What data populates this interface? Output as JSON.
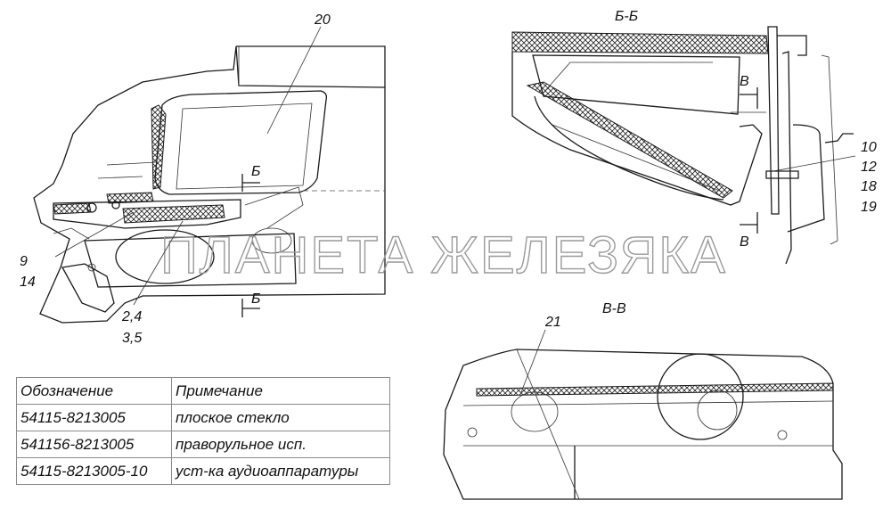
{
  "section_labels": {
    "bb": "Б-Б",
    "vv": "В-В"
  },
  "cut_marks": {
    "b_top": "Б",
    "b_bottom": "Б",
    "v_top": "В",
    "v_bottom": "В"
  },
  "callouts": {
    "c20": "20",
    "c9": "9",
    "c14": "14",
    "c24": "2,4",
    "c35": "3,5",
    "c10": "10",
    "c12": "12",
    "c18": "18",
    "c19": "19",
    "c21": "21"
  },
  "watermark": "ПЛАНЕТА ЖЕЛЕЗЯКА",
  "table": {
    "headers": [
      "Обозначение",
      "Примечание"
    ],
    "rows": [
      [
        "54115-8213005",
        "плоское стекло"
      ],
      [
        "541156-8213005",
        "праворульное исп."
      ],
      [
        "54115-8213005-10",
        "уст-ка аудиоаппаратуры"
      ]
    ]
  }
}
